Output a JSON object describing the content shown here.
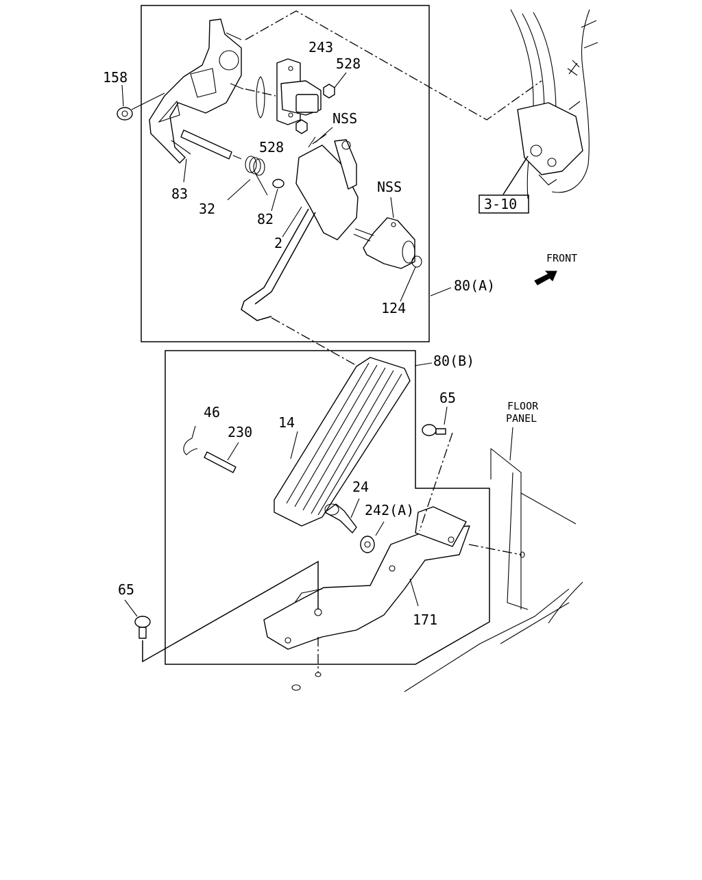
{
  "labels": {
    "p158": "158",
    "p243": "243",
    "p528a": "528",
    "p528b": "528",
    "nss1": "NSS",
    "nss2": "NSS",
    "p83": "83",
    "p32": "32",
    "p82": "82",
    "p2": "2",
    "p124": "124",
    "p80a": "80(A)",
    "p80b": "80(B)",
    "ref": "3-10",
    "front": "FRONT",
    "floor1": "FLOOR",
    "floor2": "PANEL",
    "p65a": "65",
    "p46": "46",
    "p230": "230",
    "p14": "14",
    "p24": "24",
    "p242": "242(A)",
    "p65b": "65",
    "p171": "171"
  }
}
